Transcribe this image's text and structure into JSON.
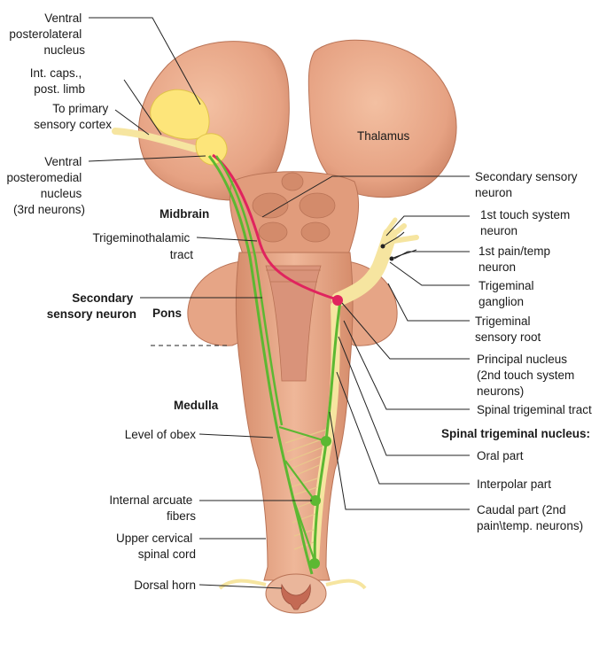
{
  "labels": {
    "vpl": [
      "Ventral",
      "posterolateral",
      "nucleus"
    ],
    "int_caps": [
      "Int. caps.,",
      "post. limb"
    ],
    "to_cortex": [
      "To primary",
      "sensory cortex"
    ],
    "vpm": [
      "Ventral",
      "posteromedial",
      "nucleus",
      "(3rd neurons)"
    ],
    "midbrain": "Midbrain",
    "trigeminothalamic": [
      "Trigeminothalamic",
      "tract"
    ],
    "secondary_left": [
      "Secondary",
      "sensory neuron"
    ],
    "pons": "Pons",
    "medulla": "Medulla",
    "obex": "Level of obex",
    "arcuate": [
      "Internal arcuate",
      "fibers"
    ],
    "cervical": [
      "Upper cervical",
      "spinal cord"
    ],
    "dorsal_horn": "Dorsal horn",
    "thalamus": "Thalamus",
    "secondary_right": [
      "Secondary sensory",
      "neuron"
    ],
    "touch_1st": [
      "1st touch system",
      "neuron"
    ],
    "pain_1st": [
      "1st pain/temp",
      "neuron"
    ],
    "trig_ganglion": [
      "Trigeminal",
      "ganglion"
    ],
    "trig_root": [
      "Trigeminal",
      "sensory root"
    ],
    "principal": [
      "Principal nucleus",
      "(2nd touch system",
      "neurons)"
    ],
    "spinal_tract": "Spinal trigeminal tract",
    "spinal_nucleus": "Spinal trigeminal nucleus:",
    "oral": "Oral part",
    "interpolar": "Interpolar part",
    "caudal": [
      "Caudal part (2nd",
      "pain\\temp. neurons)"
    ]
  },
  "colors": {
    "tissue": "#e9a988",
    "tissue_dark": "#c9805f",
    "nucleus": "#fde57a",
    "tract_green": "#5cb832",
    "tract_pink": "#e0245e",
    "fiber_yellow": "#f6e5a0"
  }
}
